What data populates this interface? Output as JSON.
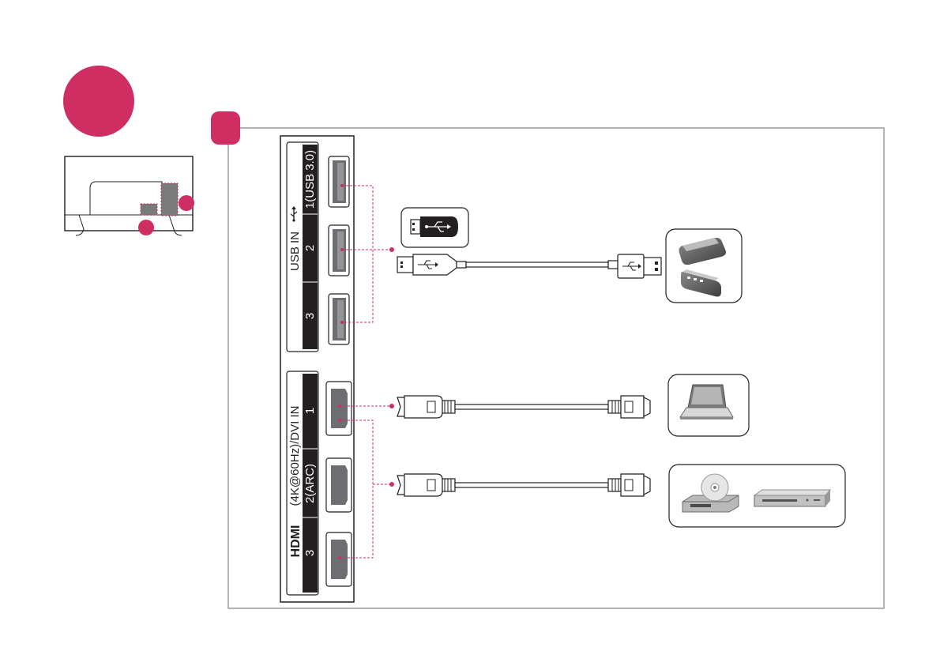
{
  "usb_panel": {
    "title": "USB IN",
    "ports": [
      {
        "label": "1(USB 3.0)"
      },
      {
        "label": "2"
      },
      {
        "label": "3"
      }
    ]
  },
  "hdmi_panel": {
    "logo": "HDMI",
    "title": "(4K@60Hz)/DVI IN",
    "ports": [
      {
        "label": "1"
      },
      {
        "label": "2(ARC)"
      },
      {
        "label": "3"
      }
    ]
  },
  "icons": {
    "usb_symbol": "usb-icon",
    "usb_stick": "usb-flash-drive-icon",
    "usb_devices": "external-hdd-icon",
    "laptop": "laptop-icon",
    "disc_player": "dvd-player-icon",
    "set_top_box": "set-top-box-icon"
  },
  "colors": {
    "accent": "#cf2e63",
    "frame": "#9a9a9a",
    "ink": "#231f20"
  }
}
